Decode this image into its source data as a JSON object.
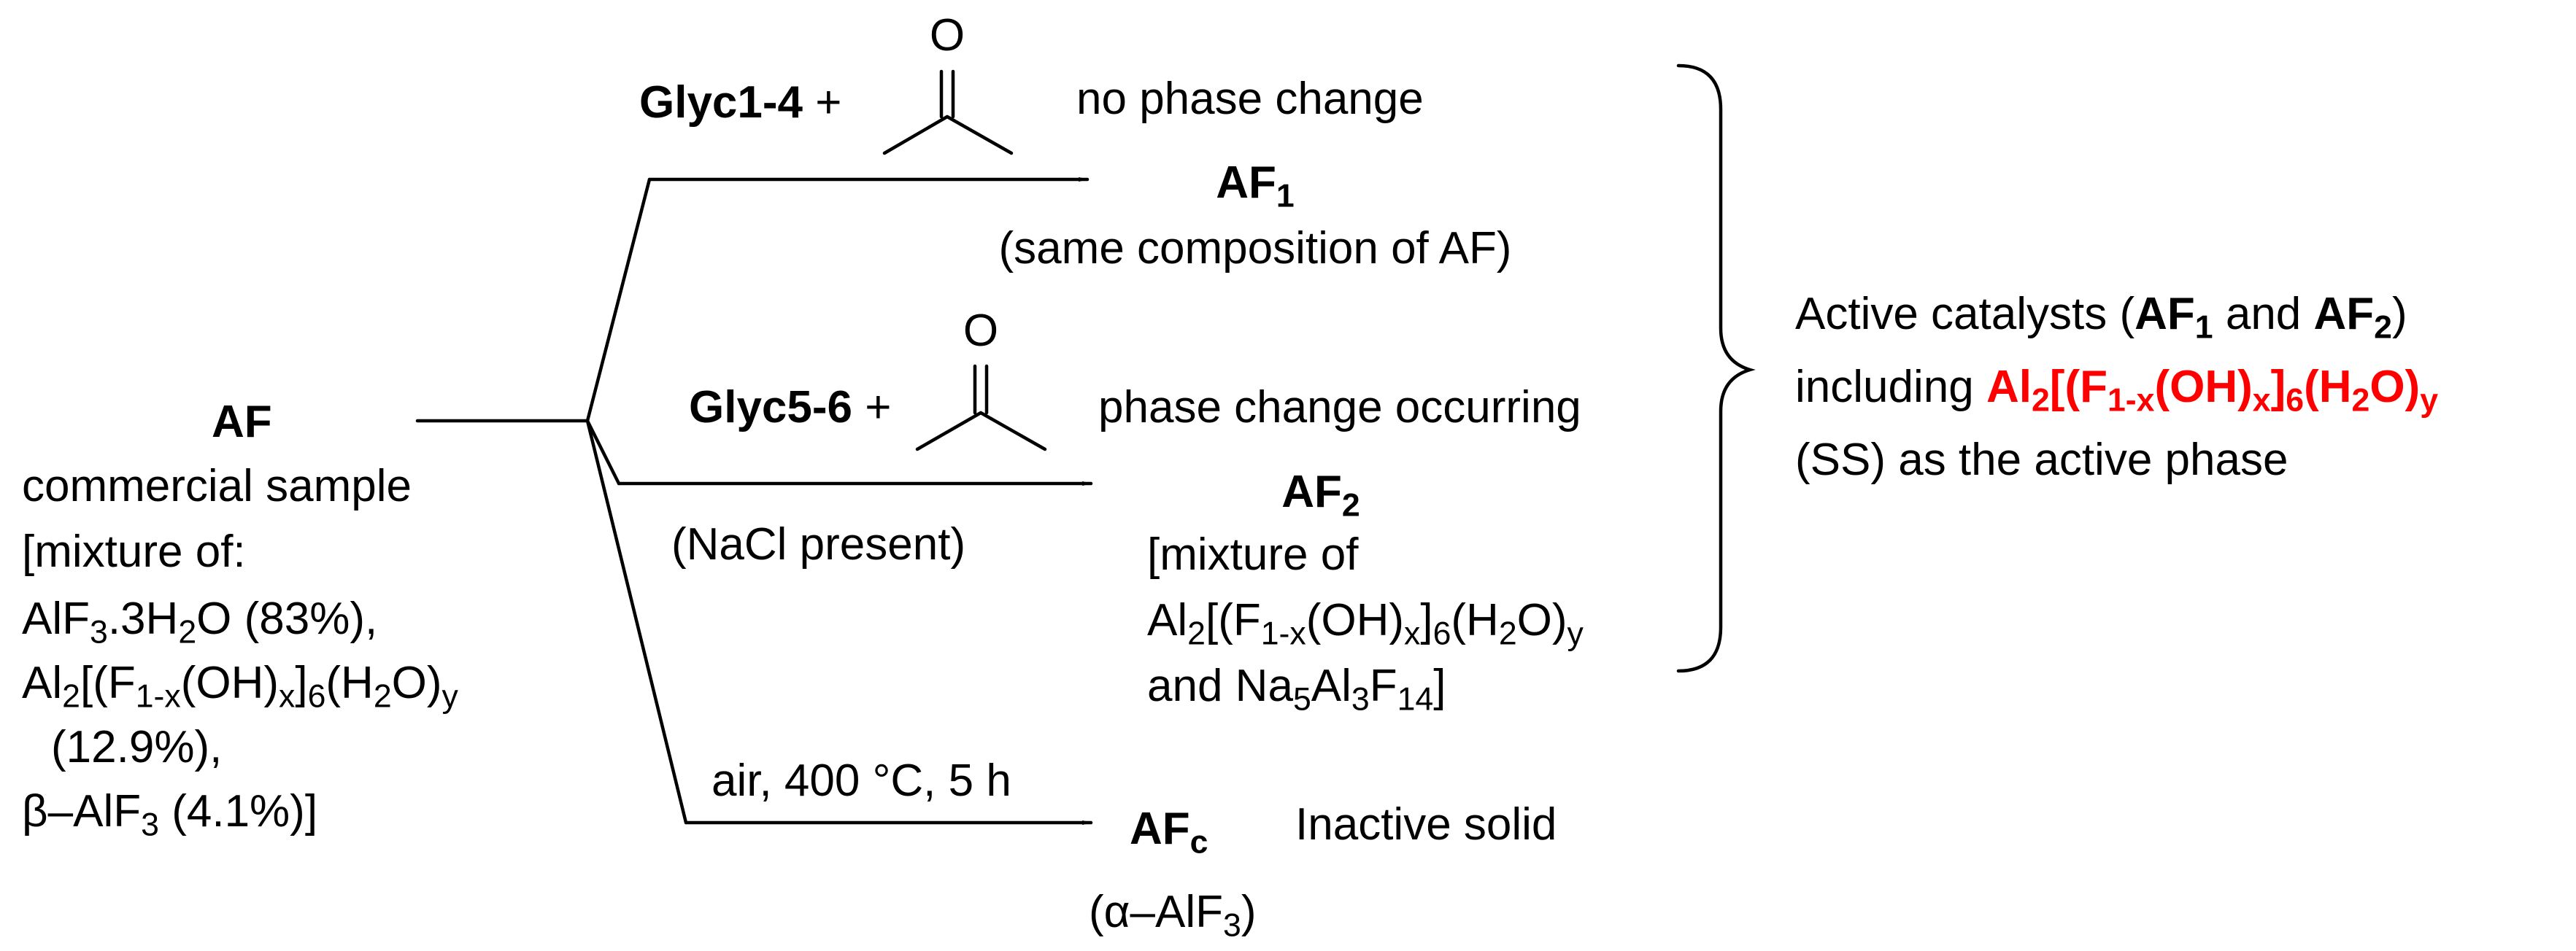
{
  "start": {
    "name": "AF",
    "desc": "commercial sample",
    "mix_open": "[mixture of:",
    "comp1_a": "AlF",
    "comp1_s1": "3",
    "comp1_b": ".3H",
    "comp1_s2": "2",
    "comp1_c": "O (83%),",
    "comp2_a": "Al",
    "comp2_s1": "2",
    "comp2_b": "[(F",
    "comp2_s2": "1-x",
    "comp2_c": "(OH)",
    "comp2_s3": "x",
    "comp2_d": "]",
    "comp2_s4": "6",
    "comp2_e": "(H",
    "comp2_s5": "2",
    "comp2_f": "O)",
    "comp2_s6": "y",
    "comp2_pct": "(12.9%),",
    "comp3_a": "β–AlF",
    "comp3_s1": "3",
    "comp3_b": " (4.1%)]"
  },
  "branch1": {
    "reagent": "Glyc1-4",
    "plus": "+",
    "note": "no phase change",
    "product": "AF",
    "product_sub": "1",
    "desc": "(same composition of AF)"
  },
  "branch2": {
    "reagent": "Glyc5-6",
    "plus": "+",
    "note": "phase change occurring",
    "condition": "(NaCl present)",
    "product": "AF",
    "product_sub": "2",
    "mix_open": "[mixture of",
    "comp1_a": "Al",
    "comp1_s1": "2",
    "comp1_b": "[(F",
    "comp1_s2": "1-x",
    "comp1_c": "(OH)",
    "comp1_s3": "x",
    "comp1_d": "]",
    "comp1_s4": "6",
    "comp1_e": "(H",
    "comp1_s5": "2",
    "comp1_f": "O)",
    "comp1_s6": "y",
    "comp2_a": "and Na",
    "comp2_s1": "5",
    "comp2_b": "Al",
    "comp2_s2": "3",
    "comp2_c": "F",
    "comp2_s3": "14",
    "comp2_d": "]"
  },
  "branch3": {
    "condition": "air, 400 °C, 5 h",
    "product": "AF",
    "product_sub": "c",
    "note": "Inactive solid",
    "desc_a": "(α–AlF",
    "desc_s1": "3",
    "desc_b": ")"
  },
  "summary": {
    "line1_a": "Active catalysts (",
    "line1_b": "AF",
    "line1_s1": "1",
    "line1_c": " and ",
    "line1_d": "AF",
    "line1_s2": "2",
    "line1_e": ")",
    "line2_a": "including ",
    "red_a": "Al",
    "red_s1": "2",
    "red_b": "[(F",
    "red_s2": "1-x",
    "red_c": "(OH)",
    "red_s3": "x",
    "red_d": "]",
    "red_s4": "6",
    "red_e": "(H",
    "red_s5": "2",
    "red_f": "O)",
    "red_s6": "y",
    "line3": "(SS) as the active phase",
    "highlight_color": "#ff0000"
  },
  "acetone_label": "O"
}
